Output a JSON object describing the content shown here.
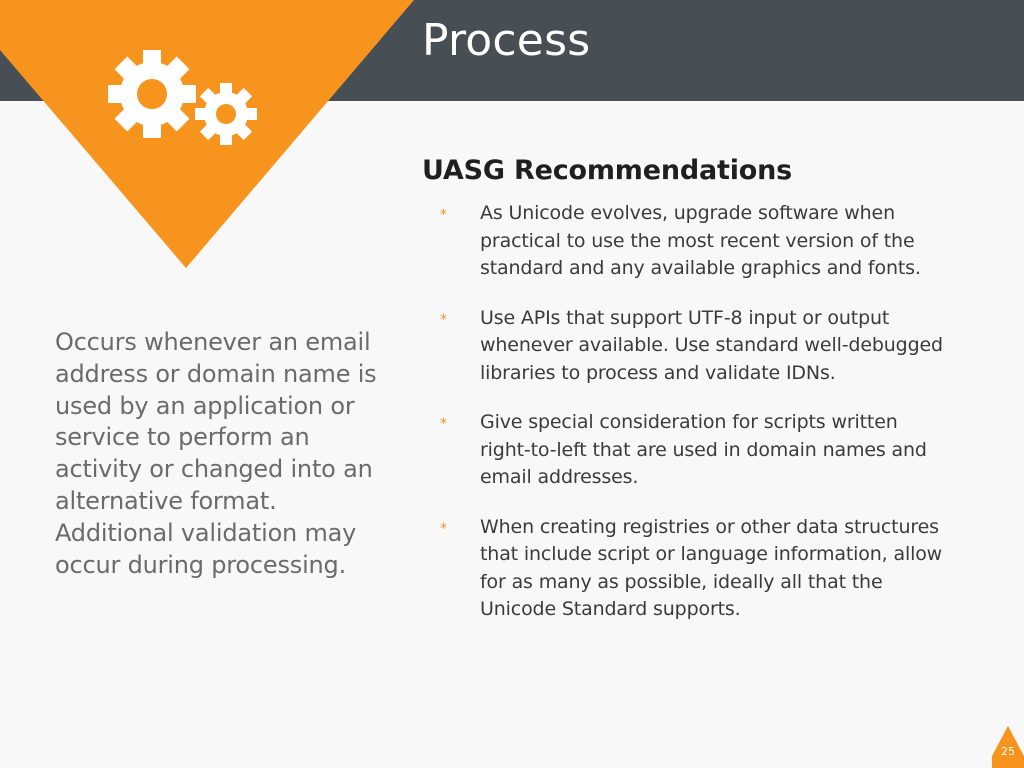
{
  "slide": {
    "title": "Process",
    "section_title": "UASG Recommendations",
    "side_text": "Occurs whenever an email address or domain name is used by an application or service to perform an activity or changed into an alternative format. Additional validation may occur during processing.",
    "recommendations": [
      "As Unicode evolves, upgrade software when practical to use the most recent version of the standard and any available graphics and fonts.",
      "Use APIs that support UTF-8 input or output whenever available. Use standard well-debugged libraries to process and validate IDNs.",
      "Give special consideration for scripts written right-to-left that are used in domain names and email addresses.",
      "When creating registries or other data structures that include script or language information, allow for as many as possible, ideally all that the Unicode Standard supports."
    ],
    "bullet_glyph": "*",
    "page_number": "25"
  },
  "icons": {
    "decoration": "gears-icon"
  },
  "colors": {
    "header_bar": "#474e54",
    "accent": "#f7941d",
    "background": "#f8f8f8",
    "body_text": "#3b3b3b",
    "side_text": "#6b6b6b"
  }
}
